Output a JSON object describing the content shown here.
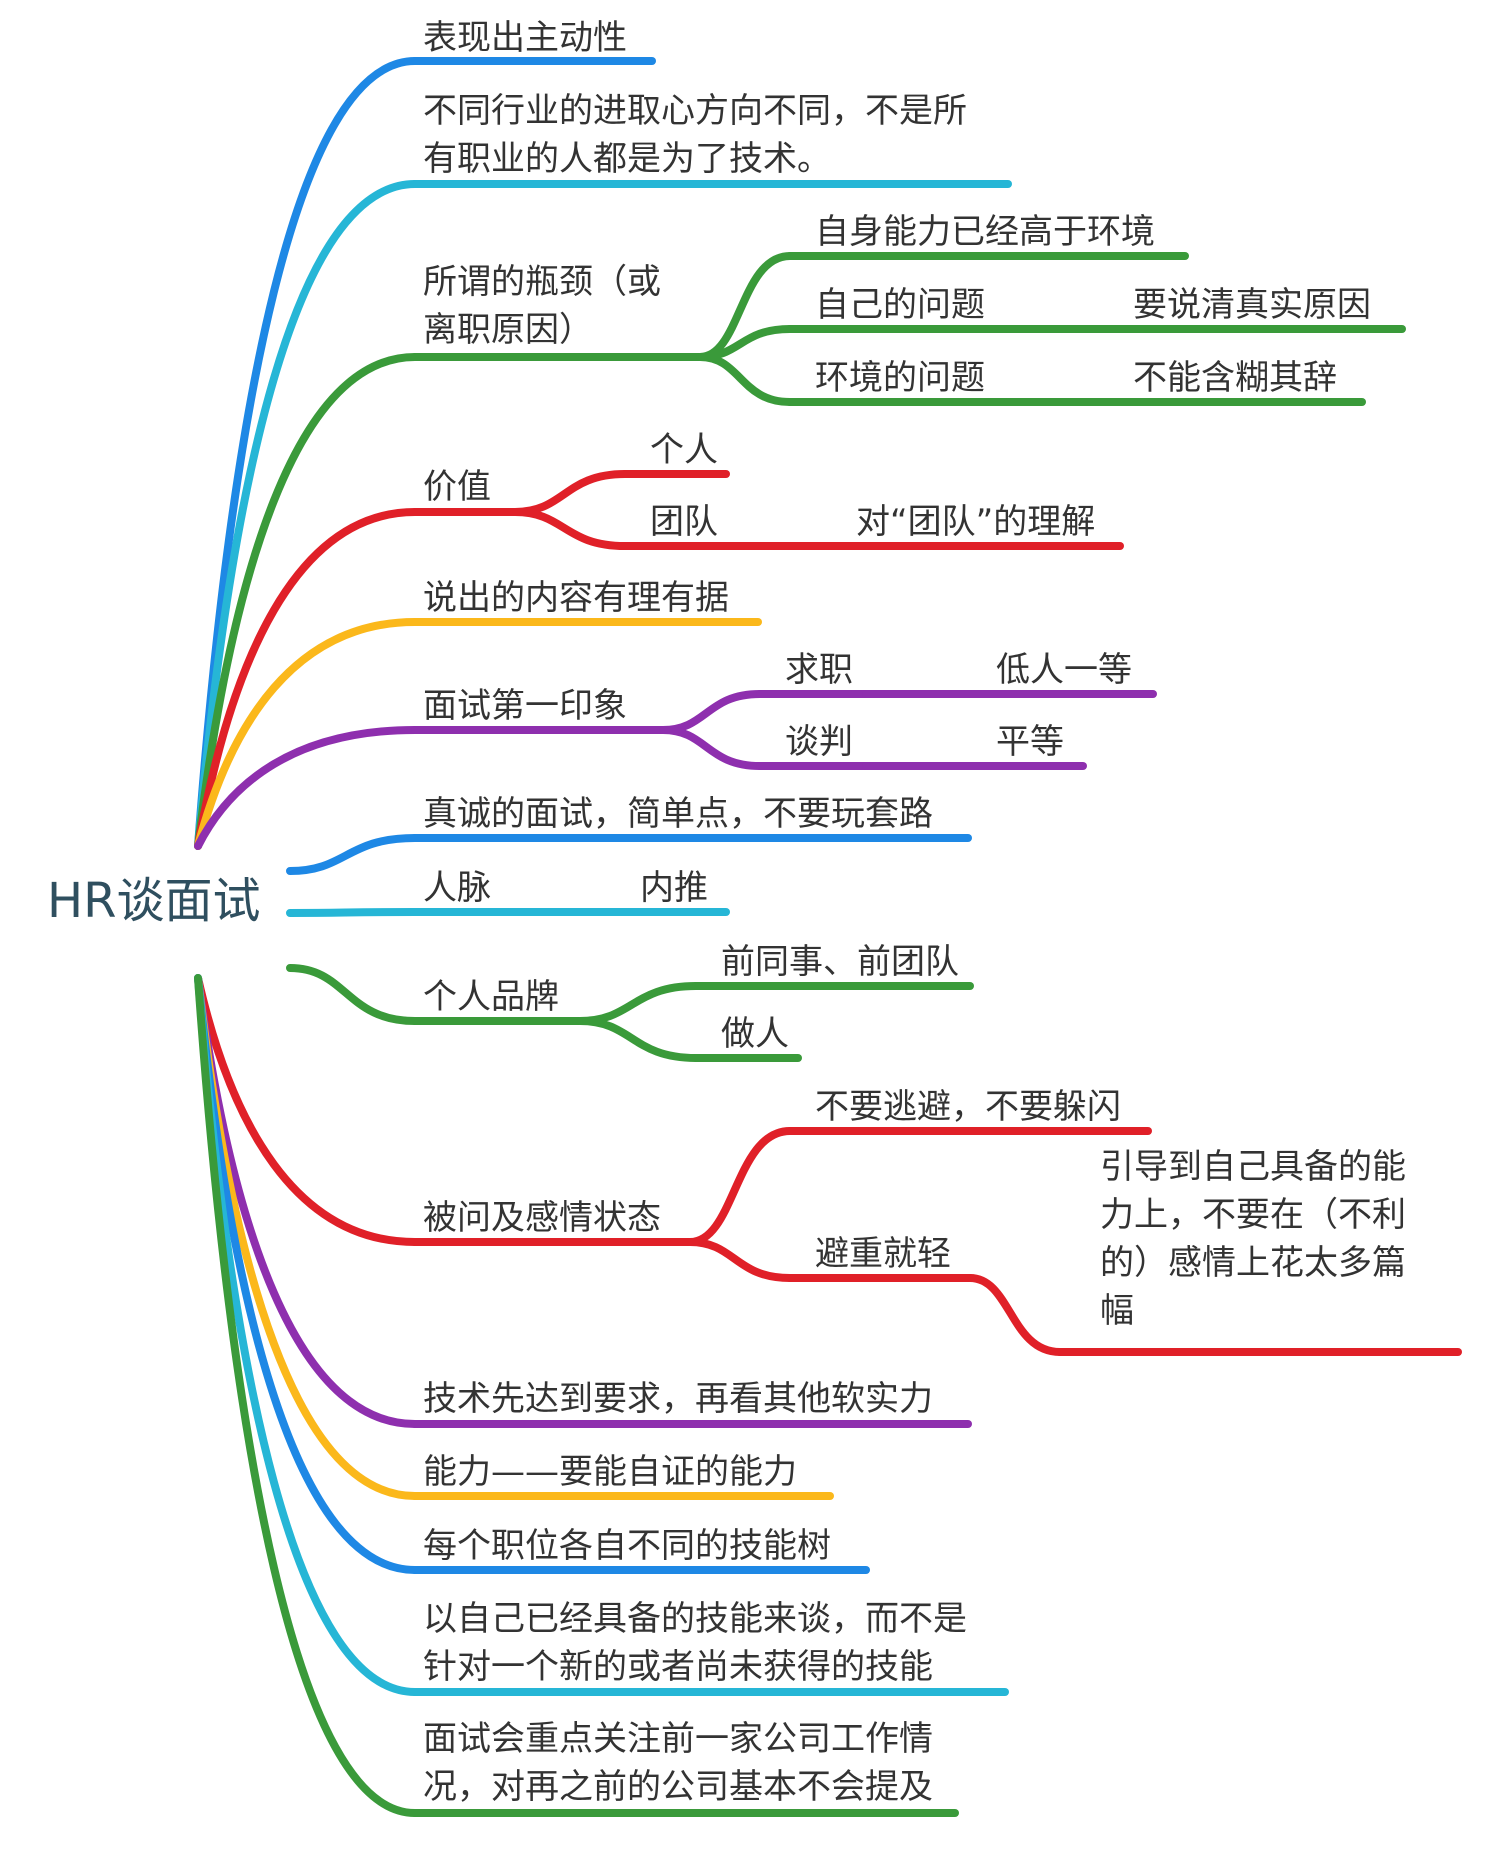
{
  "root": {
    "label": "HR谈面试"
  },
  "colors": {
    "blue": "#1e88e5",
    "cyan": "#26b6d6",
    "green": "#3a9a3a",
    "red": "#e02028",
    "yellow": "#fbb81b",
    "purple": "#8e2fae",
    "text": "#333333"
  },
  "branches": [
    {
      "id": "b1",
      "color": "blue",
      "lines": [
        "表现出主动性"
      ]
    },
    {
      "id": "b2",
      "color": "cyan",
      "lines": [
        "不同行业的进取心方向不同，不是所",
        "有职业的人都是为了技术。"
      ]
    },
    {
      "id": "b3",
      "color": "green",
      "lines": [
        "所谓的瓶颈（或",
        "离职原因）"
      ],
      "children": [
        {
          "label": "自身能力已经高于环境"
        },
        {
          "label": "自己的问题",
          "child": "要说清真实原因"
        },
        {
          "label": "环境的问题",
          "child": "不能含糊其辞"
        }
      ]
    },
    {
      "id": "b4",
      "color": "red",
      "lines": [
        "价值"
      ],
      "children": [
        {
          "label": "个人"
        },
        {
          "label": "团队",
          "child": "对“团队”的理解"
        }
      ]
    },
    {
      "id": "b5",
      "color": "yellow",
      "lines": [
        "说出的内容有理有据"
      ]
    },
    {
      "id": "b6",
      "color": "purple",
      "lines": [
        "面试第一印象"
      ],
      "children": [
        {
          "label": "求职",
          "child": "低人一等"
        },
        {
          "label": "谈判",
          "child": "平等"
        }
      ]
    },
    {
      "id": "b7",
      "color": "blue",
      "lines": [
        "真诚的面试，简单点，不要玩套路"
      ]
    },
    {
      "id": "b8",
      "color": "cyan",
      "lines": [
        "人脉"
      ],
      "child": "内推"
    },
    {
      "id": "b9",
      "color": "green",
      "lines": [
        "个人品牌"
      ],
      "children": [
        {
          "label": "前同事、前团队"
        },
        {
          "label": "做人"
        }
      ]
    },
    {
      "id": "b10",
      "color": "red",
      "lines": [
        "被问及感情状态"
      ],
      "children": [
        {
          "label": "不要逃避，不要躲闪"
        },
        {
          "label": "避重就轻",
          "child_lines": [
            "引导到自己具备的能",
            "力上，不要在（不利",
            "的）感情上花太多篇",
            "幅"
          ]
        }
      ]
    },
    {
      "id": "b11",
      "color": "purple",
      "lines": [
        "技术先达到要求，再看其他软实力"
      ]
    },
    {
      "id": "b12",
      "color": "yellow",
      "lines": [
        "能力——要能自证的能力"
      ]
    },
    {
      "id": "b13",
      "color": "blue",
      "lines": [
        "每个职位各自不同的技能树"
      ]
    },
    {
      "id": "b14",
      "color": "cyan",
      "lines": [
        "以自己已经具备的技能来谈，而不是",
        "针对一个新的或者尚未获得的技能"
      ]
    },
    {
      "id": "b15",
      "color": "green",
      "lines": [
        "面试会重点关注前一家公司工作情",
        "况，对再之前的公司基本不会提及"
      ]
    }
  ]
}
